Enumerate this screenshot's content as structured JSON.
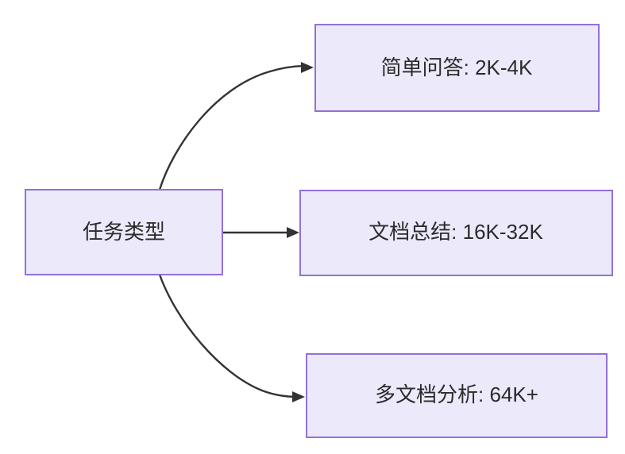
{
  "diagram": {
    "type": "flowchart",
    "direction": "left-to-right",
    "background_color": "#ffffff",
    "node_fill_color": "#ebe9fa",
    "node_border_color": "#9370d8",
    "text_color": "#2b2b2b",
    "edge_color": "#333333",
    "root": {
      "id": "task-type",
      "label": "任务类型"
    },
    "branches": [
      {
        "id": "simple-qa",
        "label": "简单问答: 2K-4K",
        "edge_style": "curved"
      },
      {
        "id": "doc-summary",
        "label": "文档总结: 16K-32K",
        "edge_style": "straight"
      },
      {
        "id": "multi-doc-analysis",
        "label": "多文档分析: 64K+",
        "edge_style": "curved"
      }
    ]
  }
}
